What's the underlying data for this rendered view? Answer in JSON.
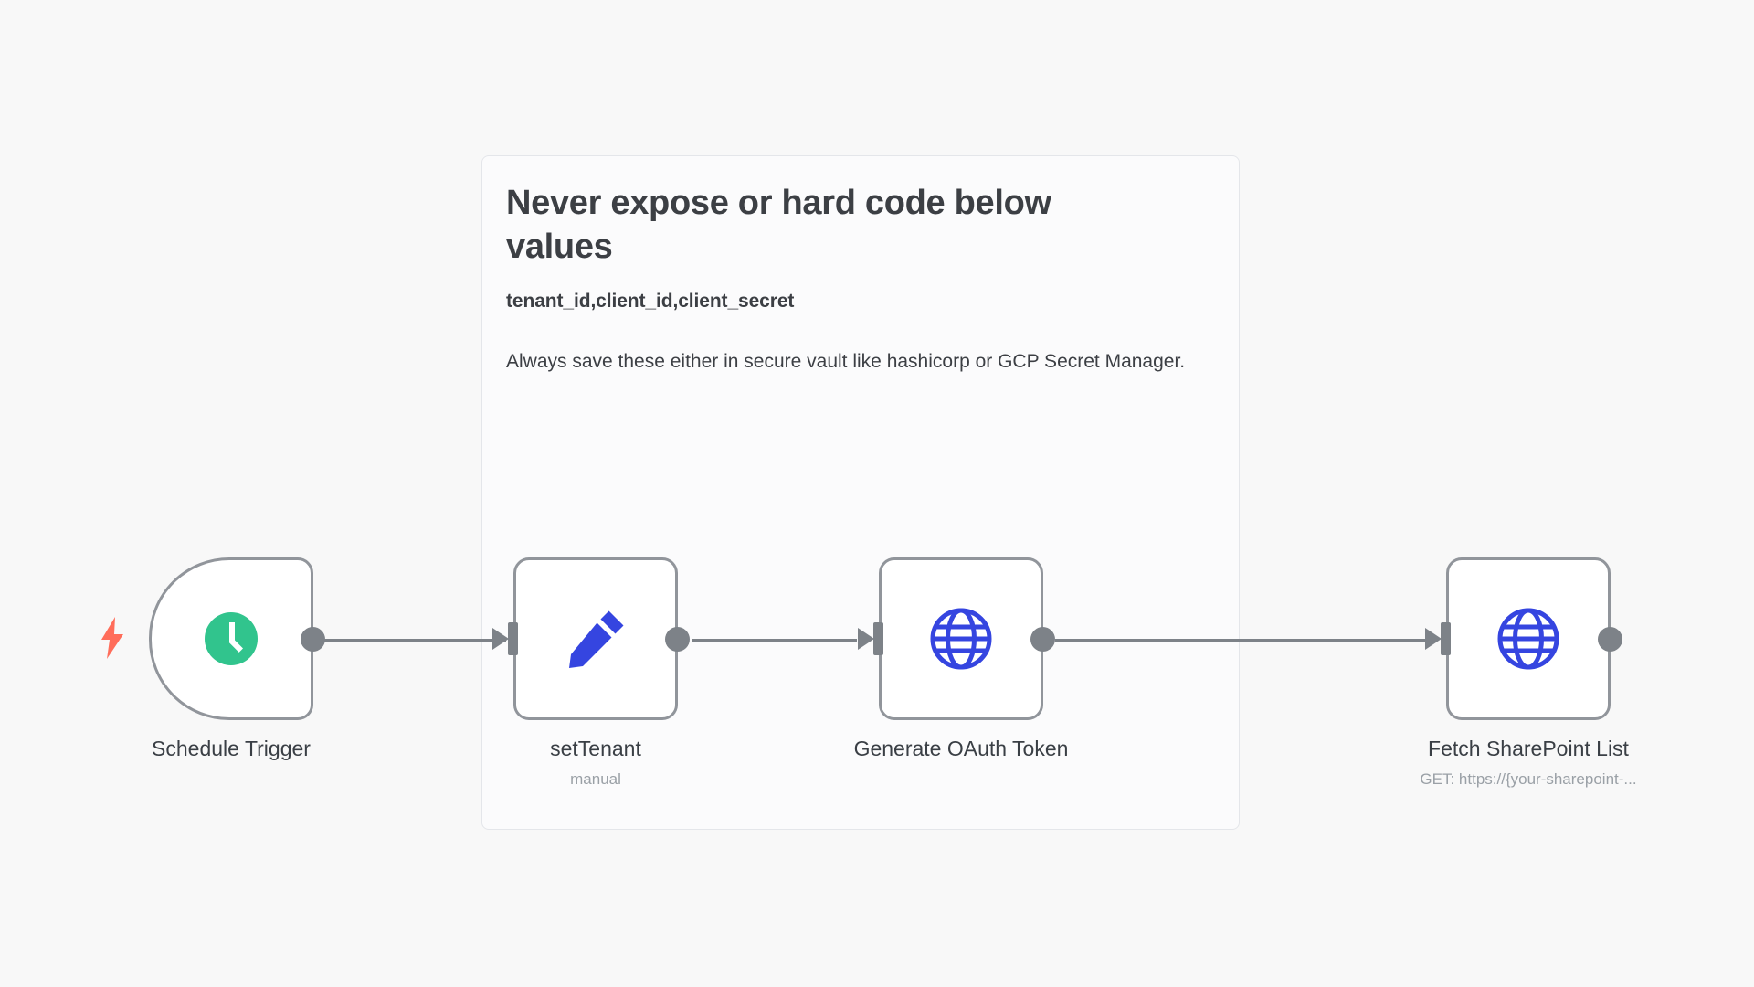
{
  "canvas": {
    "background_color": "#f8f8f8",
    "type": "workflow-editor"
  },
  "sticky_note": {
    "title": "Never expose or hard code below values",
    "subtitle": "tenant_id,client_id,client_secret",
    "body": "Always save these either in secure vault like hashicorp or GCP Secret Manager.",
    "background_color": "#fbfbfc",
    "border_color": "#e4e6ea"
  },
  "nodes": [
    {
      "id": "schedule-trigger",
      "label": "Schedule Trigger",
      "sublabel": "",
      "icon": "clock-icon",
      "icon_color": "#31c48d",
      "shape": "trigger",
      "has_trigger_bolt": true,
      "bolt_color": "#ff6d5a"
    },
    {
      "id": "set-tenant",
      "label": "setTenant",
      "sublabel": "manual",
      "icon": "pencil-icon",
      "icon_color": "#3545e0",
      "shape": "standard",
      "has_trigger_bolt": false
    },
    {
      "id": "generate-oauth-token",
      "label": "Generate OAuth Token",
      "sublabel": "",
      "icon": "globe-icon",
      "icon_color": "#3545e0",
      "shape": "standard",
      "has_trigger_bolt": false
    },
    {
      "id": "fetch-sharepoint-list",
      "label": "Fetch SharePoint List",
      "sublabel": "GET: https://{your-sharepoint-...",
      "icon": "globe-icon",
      "icon_color": "#3545e0",
      "shape": "standard",
      "has_trigger_bolt": false
    }
  ],
  "connections": [
    {
      "from": "schedule-trigger",
      "to": "set-tenant"
    },
    {
      "from": "set-tenant",
      "to": "generate-oauth-token"
    },
    {
      "from": "generate-oauth-token",
      "to": "fetch-sharepoint-list"
    }
  ],
  "colors": {
    "node_border": "#91959b",
    "connector": "#7d8288",
    "label_text": "#3a3f45",
    "sublabel_text": "#9aa0a6"
  }
}
